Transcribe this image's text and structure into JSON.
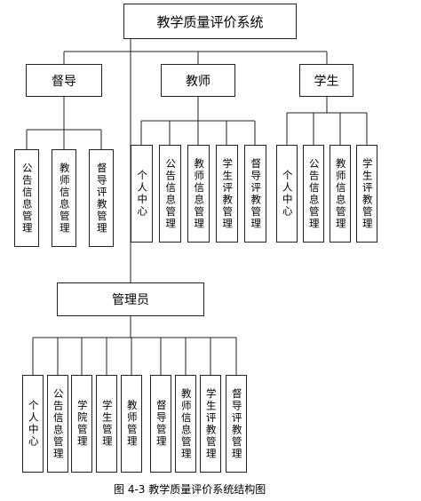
{
  "root": {
    "label": "教学质量评价系统"
  },
  "supervisor": {
    "label": "督导",
    "children": [
      "公告信息管理",
      "教师信息管理",
      "督导评教管理"
    ]
  },
  "teacher": {
    "label": "教师",
    "children": [
      "个人中心",
      "公告信息管理",
      "教师信息管理",
      "学生评教管理",
      "督导评教管理"
    ]
  },
  "student": {
    "label": "学生",
    "children": [
      "个人中心",
      "公告信息管理",
      "教师信息管理",
      "学生评教管理"
    ]
  },
  "admin": {
    "label": "管理员",
    "children": [
      "个人中心",
      "公告信息管理",
      "学院管理",
      "学生管理",
      "教师管理",
      "督导管理",
      "教师信息管理",
      "学生评教管理",
      "督导评教管理"
    ]
  },
  "caption": "图 4-3 教学质量评价系统结构图"
}
